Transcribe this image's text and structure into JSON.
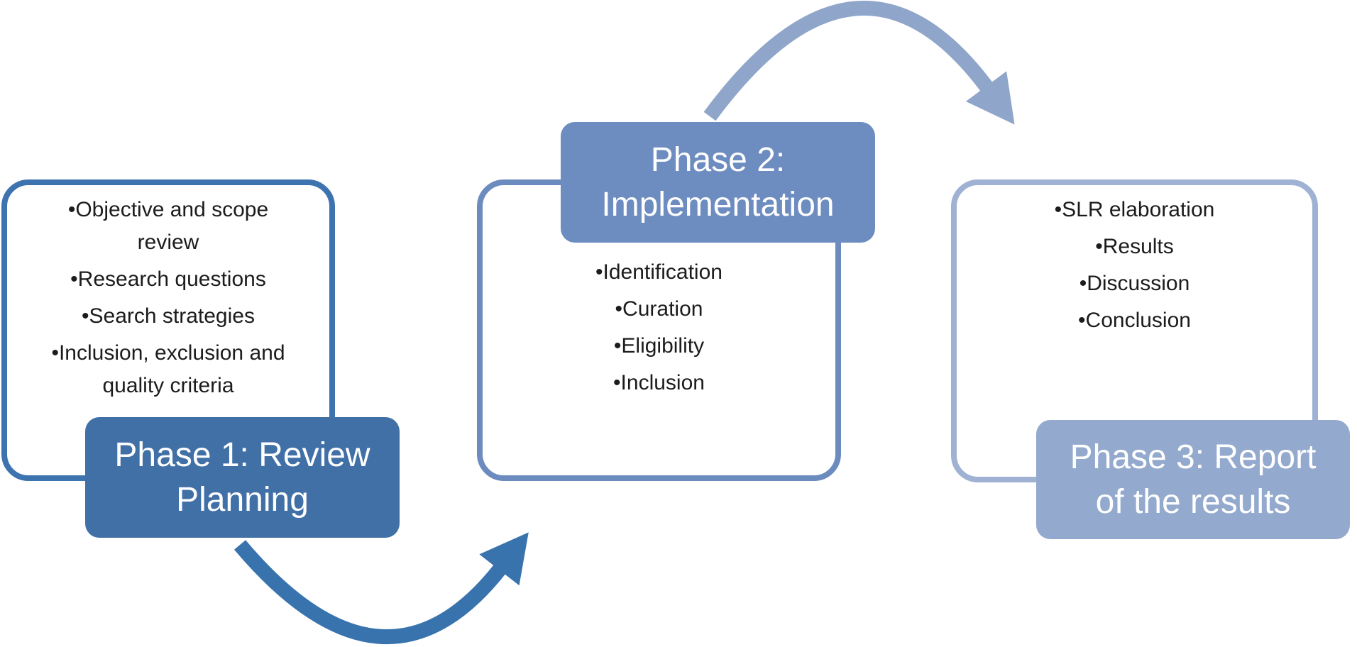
{
  "diagram": {
    "bullet_char": "•",
    "background": "#FFFFFF",
    "text_color": "#1C1C1C",
    "label_text_color": "#FFFFFF",
    "phases": [
      {
        "label": "Phase 1: Review\nPlanning",
        "bullets": [
          "Objective and scope\nreview",
          "Research questions",
          "Search strategies",
          "Inclusion, exclusion and\nquality criteria"
        ],
        "box_color": "#4170A6",
        "panel_border_color": "#3D73AE"
      },
      {
        "label": "Phase 2:\nImplementation",
        "bullets": [
          "Identification",
          "Curation",
          "Eligibility",
          "Inclusion"
        ],
        "box_color": "#6D8CC0",
        "panel_border_color": "#6C8CBF"
      },
      {
        "label": "Phase 3: Report\nof the results",
        "bullets": [
          "SLR elaboration",
          "Results",
          "Discussion",
          "Conclusion"
        ],
        "box_color": "#93A9CD",
        "panel_border_color": "#9FB2D4"
      }
    ],
    "arrows": [
      {
        "name": "phase1-to-phase2",
        "color": "#3973AE"
      },
      {
        "name": "phase2-to-phase3",
        "color": "#8FA6CA"
      }
    ]
  }
}
